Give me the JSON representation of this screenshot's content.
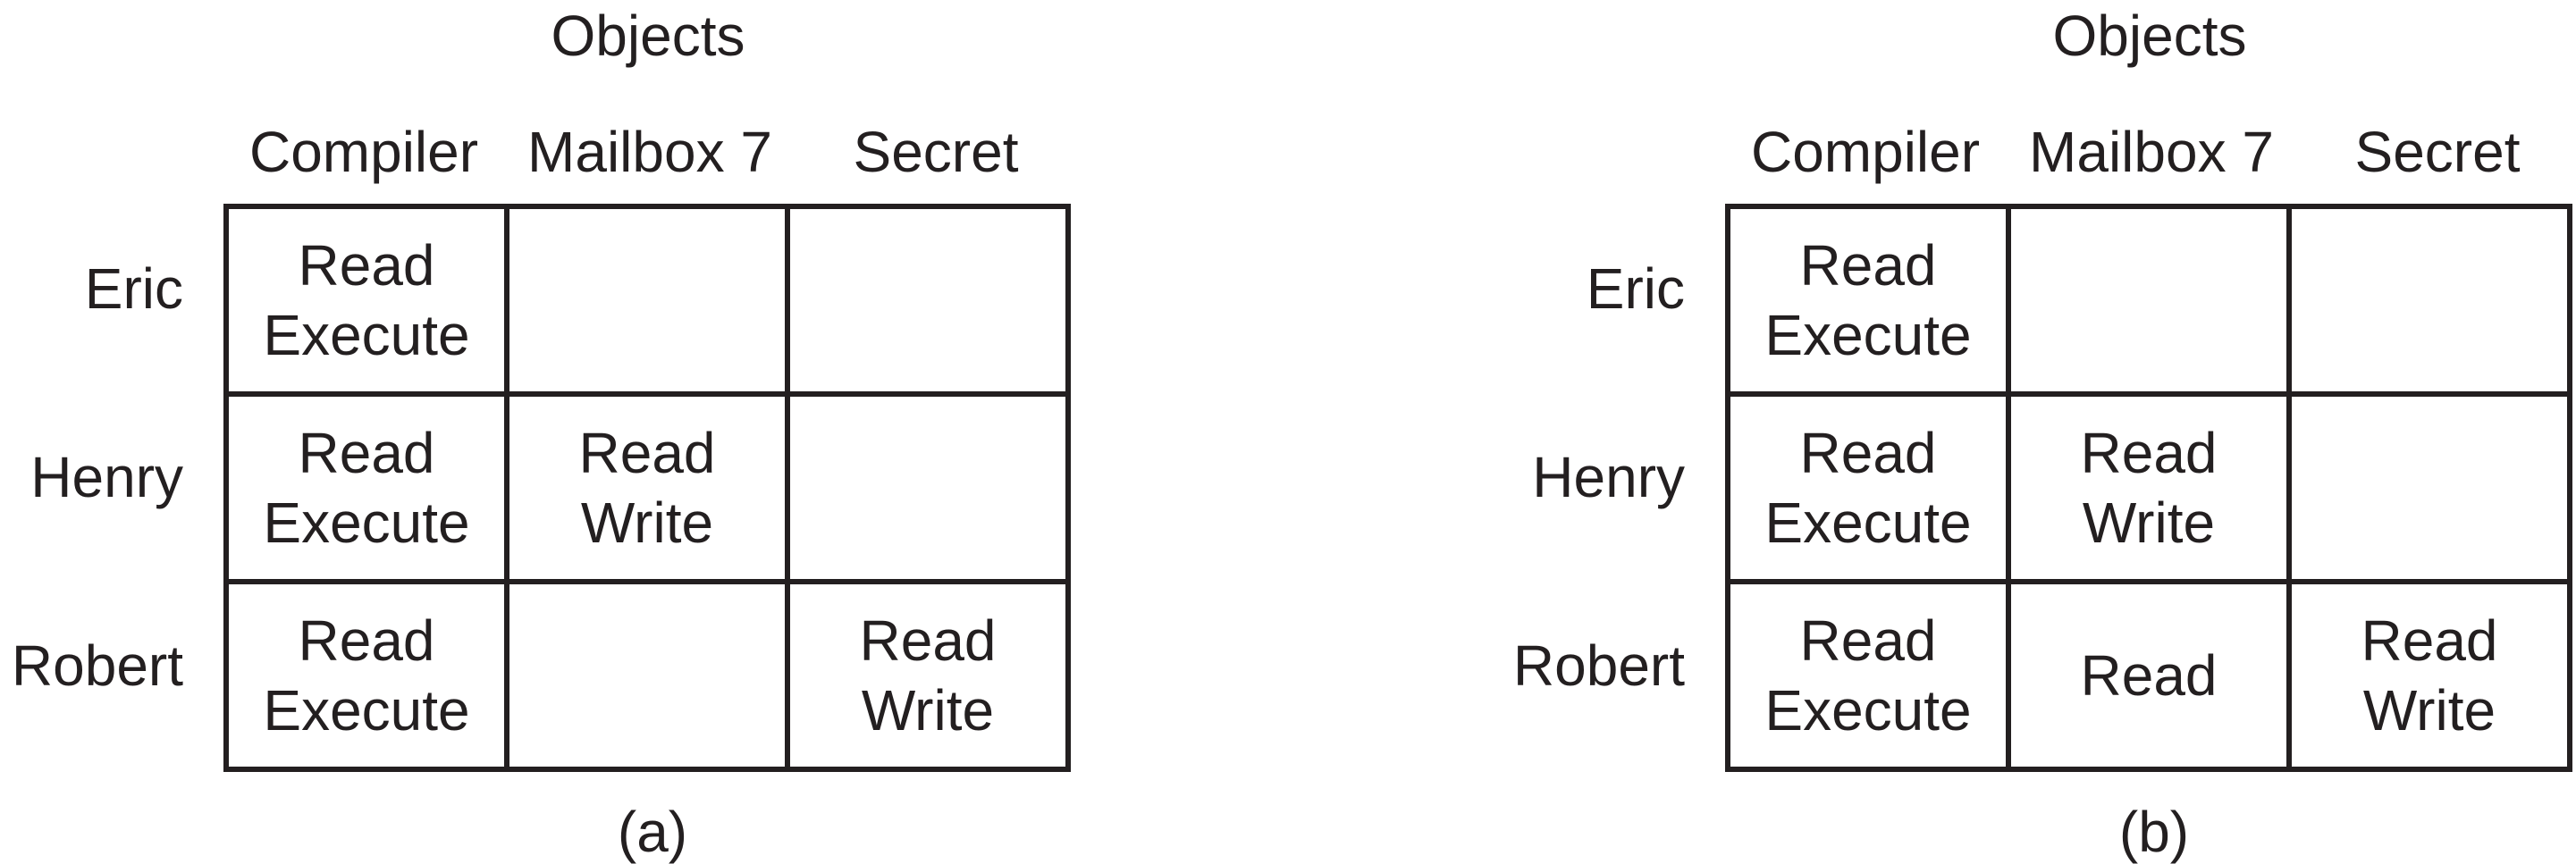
{
  "panels": [
    {
      "objects_label": "Objects",
      "columns": [
        "Compiler",
        "Mailbox 7",
        "Secret"
      ],
      "rows": [
        {
          "name": "Eric",
          "cells": [
            [
              "Read",
              "Execute"
            ],
            [],
            []
          ]
        },
        {
          "name": "Henry",
          "cells": [
            [
              "Read",
              "Execute"
            ],
            [
              "Read",
              "Write"
            ],
            []
          ]
        },
        {
          "name": "Robert",
          "cells": [
            [
              "Read",
              "Execute"
            ],
            [],
            [
              "Read",
              "Write"
            ]
          ]
        }
      ],
      "caption": "(a)"
    },
    {
      "objects_label": "Objects",
      "columns": [
        "Compiler",
        "Mailbox 7",
        "Secret"
      ],
      "rows": [
        {
          "name": "Eric",
          "cells": [
            [
              "Read",
              "Execute"
            ],
            [],
            []
          ]
        },
        {
          "name": "Henry",
          "cells": [
            [
              "Read",
              "Execute"
            ],
            [
              "Read",
              "Write"
            ],
            []
          ]
        },
        {
          "name": "Robert",
          "cells": [
            [
              "Read",
              "Execute"
            ],
            [
              "Read"
            ],
            [
              "Read",
              "Write"
            ]
          ]
        }
      ],
      "caption": "(b)"
    }
  ],
  "colors": {
    "ink": "#231f20",
    "background": "#ffffff"
  }
}
